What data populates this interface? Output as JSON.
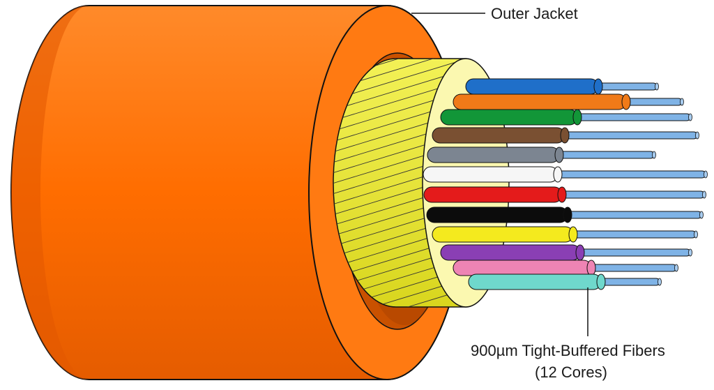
{
  "labels": {
    "outer_jacket": "Outer Jacket",
    "fibers_line1": "900µm Tight-Buffered Fibers",
    "fibers_line2": "(12 Cores)"
  },
  "colors": {
    "jacket": "#ff6d00",
    "jacket_dark": "#e35a00",
    "jacket_face": "#ff7a12",
    "yarn": "#f0ee3a",
    "fiber_area": "#fbf8b0",
    "glass": "#7fb3e6",
    "outline": "#111111"
  },
  "fibers": [
    {
      "name": "blue-fiber",
      "color": "#1f6fc9"
    },
    {
      "name": "orange-fiber",
      "color": "#f07a18"
    },
    {
      "name": "green-fiber",
      "color": "#129638"
    },
    {
      "name": "brown-fiber",
      "color": "#7a5032"
    },
    {
      "name": "slate-fiber",
      "color": "#7c8591"
    },
    {
      "name": "white-fiber",
      "color": "#f6f6f6"
    },
    {
      "name": "red-fiber",
      "color": "#e41b1b"
    },
    {
      "name": "black-fiber",
      "color": "#0c0c0c"
    },
    {
      "name": "yellow-fiber",
      "color": "#f4ea1e"
    },
    {
      "name": "violet-fiber",
      "color": "#8a3fb4"
    },
    {
      "name": "rose-fiber",
      "color": "#ee84b4"
    },
    {
      "name": "aqua-fiber",
      "color": "#6fd8cc"
    }
  ]
}
